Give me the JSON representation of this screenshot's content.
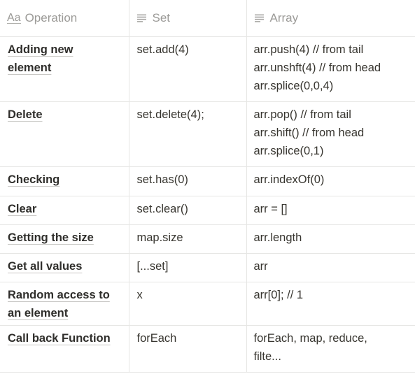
{
  "columns": {
    "operation": {
      "label": "Operation",
      "icon": "title-property-icon",
      "icon_text": "Aa"
    },
    "set": {
      "label": "Set",
      "icon": "text-property-icon"
    },
    "array": {
      "label": "Array",
      "icon": "text-property-icon"
    }
  },
  "rows": [
    {
      "operation": "Adding new element",
      "operation_lines": [
        "Adding new",
        "element"
      ],
      "set": [
        "set.add(4)"
      ],
      "array": [
        "arr.push(4) // from tail",
        "arr.unshft(4) // from head",
        "arr.splice(0,0,4)"
      ]
    },
    {
      "operation": "Delete",
      "operation_lines": [
        "Delete"
      ],
      "set": [
        "set.delete(4);"
      ],
      "array": [
        "arr.pop() // from tail",
        "arr.shift() // from head",
        "arr.splice(0,1)"
      ]
    },
    {
      "operation": "Checking",
      "operation_lines": [
        "Checking"
      ],
      "set": [
        "set.has(0)"
      ],
      "array": [
        "arr.indexOf(0)"
      ]
    },
    {
      "operation": "Clear",
      "operation_lines": [
        "Clear"
      ],
      "set": [
        "set.clear()"
      ],
      "array": [
        "arr = []"
      ]
    },
    {
      "operation": "Getting the size",
      "operation_lines": [
        "Getting the size"
      ],
      "set": [
        "map.size"
      ],
      "array": [
        "arr.length"
      ]
    },
    {
      "operation": "Get all values",
      "operation_lines": [
        "Get all values"
      ],
      "set": [
        "[...set]"
      ],
      "array": [
        "arr"
      ]
    },
    {
      "operation": "Random access to an element",
      "operation_lines": [
        "Random access to",
        "an element"
      ],
      "set": [
        "x"
      ],
      "array": [
        "arr[0]; // 1"
      ]
    },
    {
      "operation": "Call back Function",
      "operation_lines": [
        "Call back Function"
      ],
      "set": [
        "forEach"
      ],
      "array": [
        "forEach, map, reduce,",
        "filte..."
      ]
    }
  ],
  "colors": {
    "header_text": "#9b9a97",
    "cell_text": "#37352f",
    "border": "#e6e6e4",
    "background": "#ffffff"
  }
}
